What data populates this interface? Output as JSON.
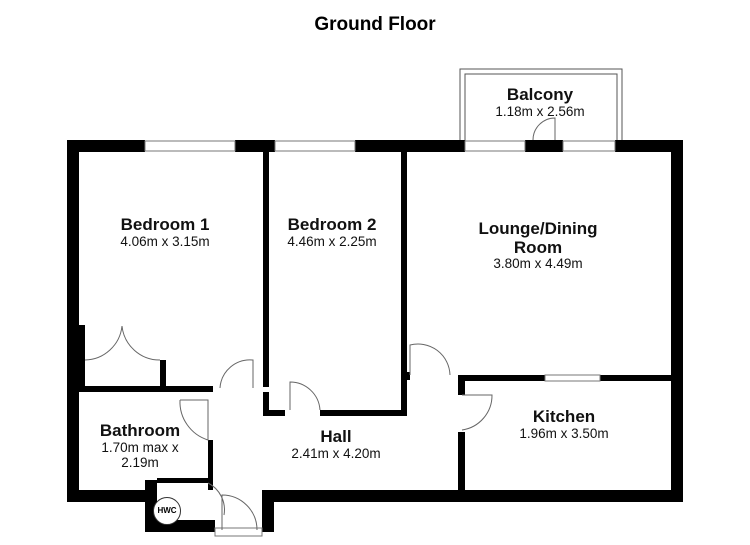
{
  "title": "Ground Floor",
  "rooms": [
    {
      "name": "Balcony",
      "dims": "1.18m x 2.56m"
    },
    {
      "name": "Bedroom 1",
      "dims": "4.06m x 3.15m"
    },
    {
      "name": "Bedroom 2",
      "dims": "4.46m x 2.25m"
    },
    {
      "name": "Lounge/Dining Room",
      "dims": "3.80m x 4.49m"
    },
    {
      "name": "Bathroom",
      "dims": "1.70m max x 2.19m"
    },
    {
      "name": "Hall",
      "dims": "2.41m x 4.20m"
    },
    {
      "name": "Kitchen",
      "dims": "1.96m x 3.50m"
    }
  ],
  "hwc_label": "HWC"
}
